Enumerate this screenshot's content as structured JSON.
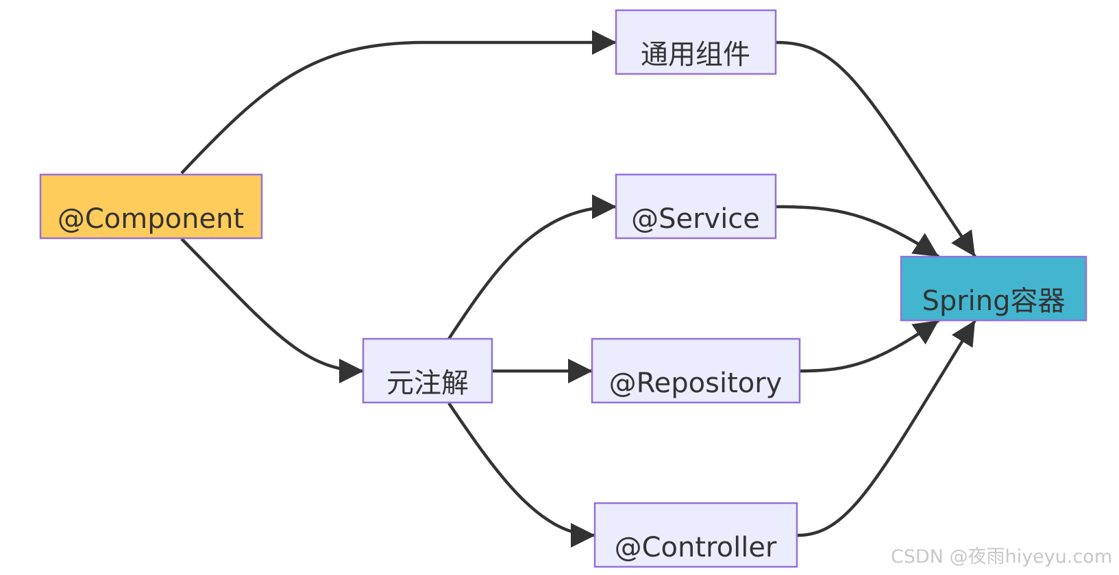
{
  "diagram": {
    "colors": {
      "default_fill": "#ececff",
      "border": "#9370db",
      "edge": "#333333",
      "text": "#333333"
    },
    "nodes": [
      {
        "id": "component",
        "label": "@Component",
        "fill": "#ffcc5c"
      },
      {
        "id": "generic",
        "label": "通用组件",
        "fill": "#ececff"
      },
      {
        "id": "meta",
        "label": "元注解",
        "fill": "#ececff"
      },
      {
        "id": "service",
        "label": "@Service",
        "fill": "#ececff"
      },
      {
        "id": "repository",
        "label": "@Repository",
        "fill": "#ececff"
      },
      {
        "id": "controller",
        "label": "@Controller",
        "fill": "#ececff"
      },
      {
        "id": "spring",
        "label": "Spring容器",
        "fill": "#43b5cf"
      }
    ],
    "edges": [
      {
        "from": "component",
        "to": "generic"
      },
      {
        "from": "component",
        "to": "meta"
      },
      {
        "from": "meta",
        "to": "service"
      },
      {
        "from": "meta",
        "to": "repository"
      },
      {
        "from": "meta",
        "to": "controller"
      },
      {
        "from": "generic",
        "to": "spring"
      },
      {
        "from": "service",
        "to": "spring"
      },
      {
        "from": "repository",
        "to": "spring"
      },
      {
        "from": "controller",
        "to": "spring"
      }
    ]
  },
  "watermark": "CSDN @夜雨hiyeyu.com"
}
